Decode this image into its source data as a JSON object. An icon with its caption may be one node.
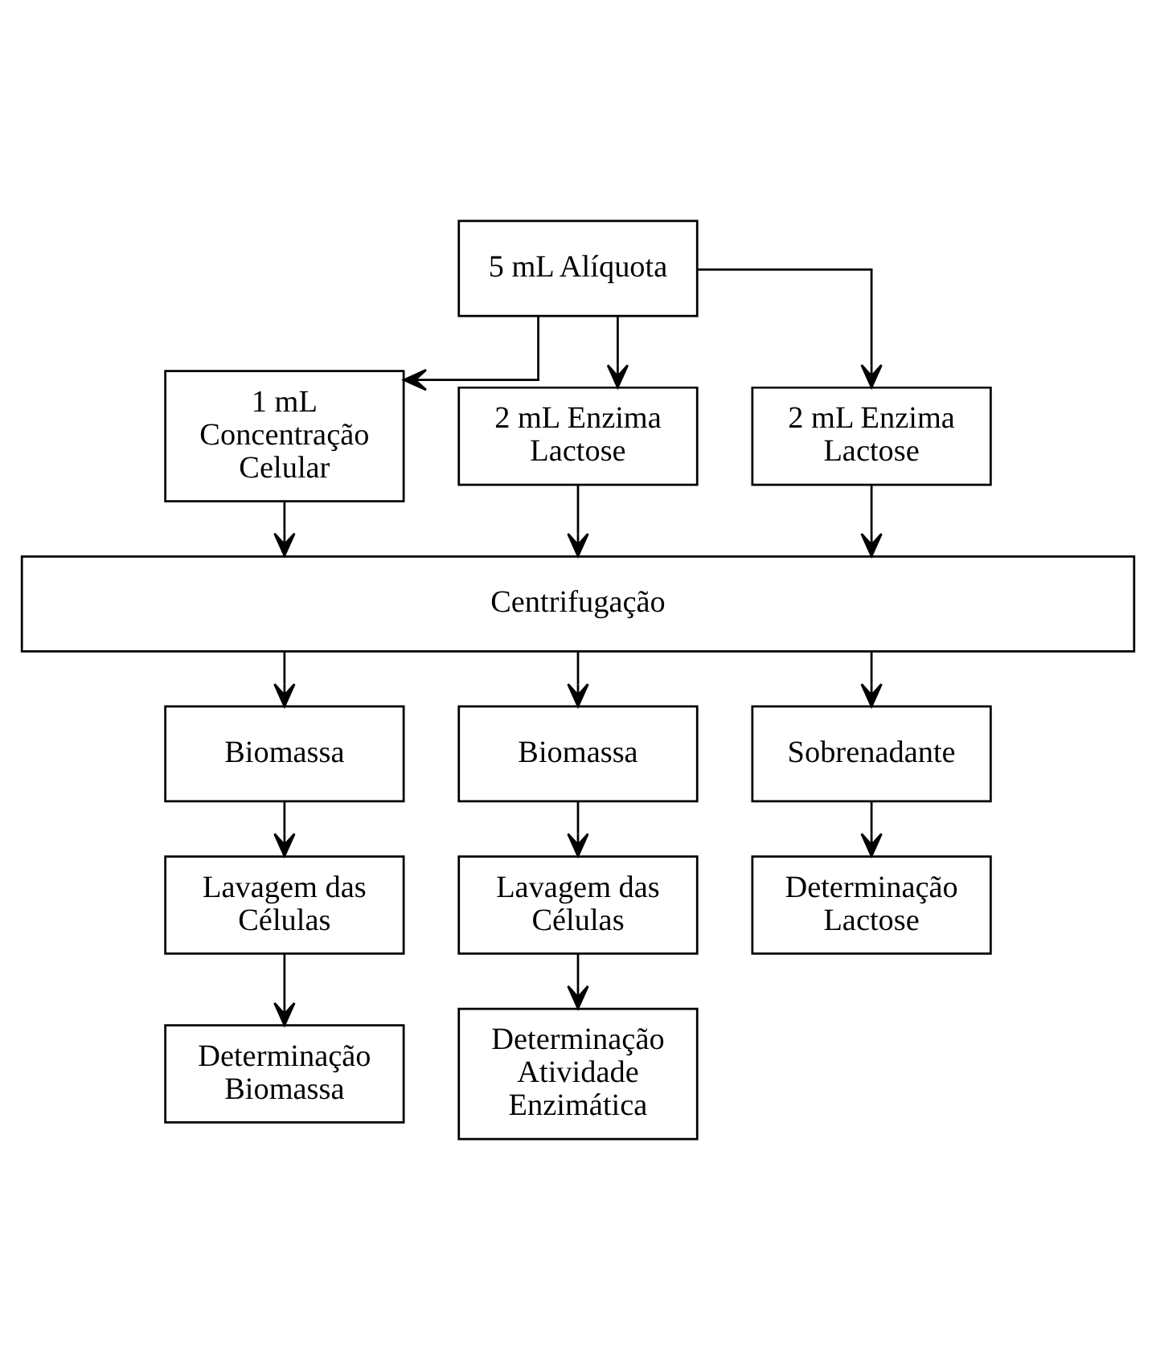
{
  "diagram": {
    "nodes": [
      {
        "text": [
          "5 mL Alíquota"
        ]
      },
      {
        "text": [
          "1 mL Concentração Celular"
        ]
      },
      {
        "text": [
          "2 mL Enzima Lactose"
        ]
      },
      {
        "text": [
          "2 mL Enzima Lactose"
        ]
      },
      {
        "text": [
          "Centrifugação"
        ]
      },
      {
        "text": [
          "Biomassa"
        ]
      },
      {
        "text": [
          "Biomassa"
        ]
      },
      {
        "text": [
          "Sobrenadante"
        ]
      },
      {
        "text": [
          "Lavagem das Células"
        ]
      },
      {
        "text": [
          "Lavagem das Células"
        ]
      },
      {
        "text": [
          "Determinação Lactose"
        ]
      },
      {
        "text": [
          "Determinação Biomassa"
        ]
      },
      {
        "text": [
          "Determinação Atividade Enzimática"
        ]
      }
    ],
    "edges": [
      {
        "from": 0,
        "to": 1,
        "arrow": "to"
      },
      {
        "from": 0,
        "to": 2,
        "arrow": "to"
      },
      {
        "from": 0,
        "to": 3,
        "arrow": "to"
      },
      {
        "from": 1,
        "to": 4,
        "arrow": "to"
      },
      {
        "from": 2,
        "to": 4,
        "arrow": "to"
      },
      {
        "from": 3,
        "to": 4,
        "arrow": "to"
      },
      {
        "from": 4,
        "to": 5,
        "arrow": "to"
      },
      {
        "from": 4,
        "to": 6,
        "arrow": "to"
      },
      {
        "from": 4,
        "to": 7,
        "arrow": "to"
      },
      {
        "from": 5,
        "to": 8,
        "arrow": "to"
      },
      {
        "from": 8,
        "to": 11,
        "arrow": "to"
      },
      {
        "from": 6,
        "to": 9,
        "arrow": "to"
      },
      {
        "from": 9,
        "to": 12,
        "arrow": "to"
      },
      {
        "from": 7,
        "to": 10,
        "arrow": "to"
      }
    ]
  }
}
